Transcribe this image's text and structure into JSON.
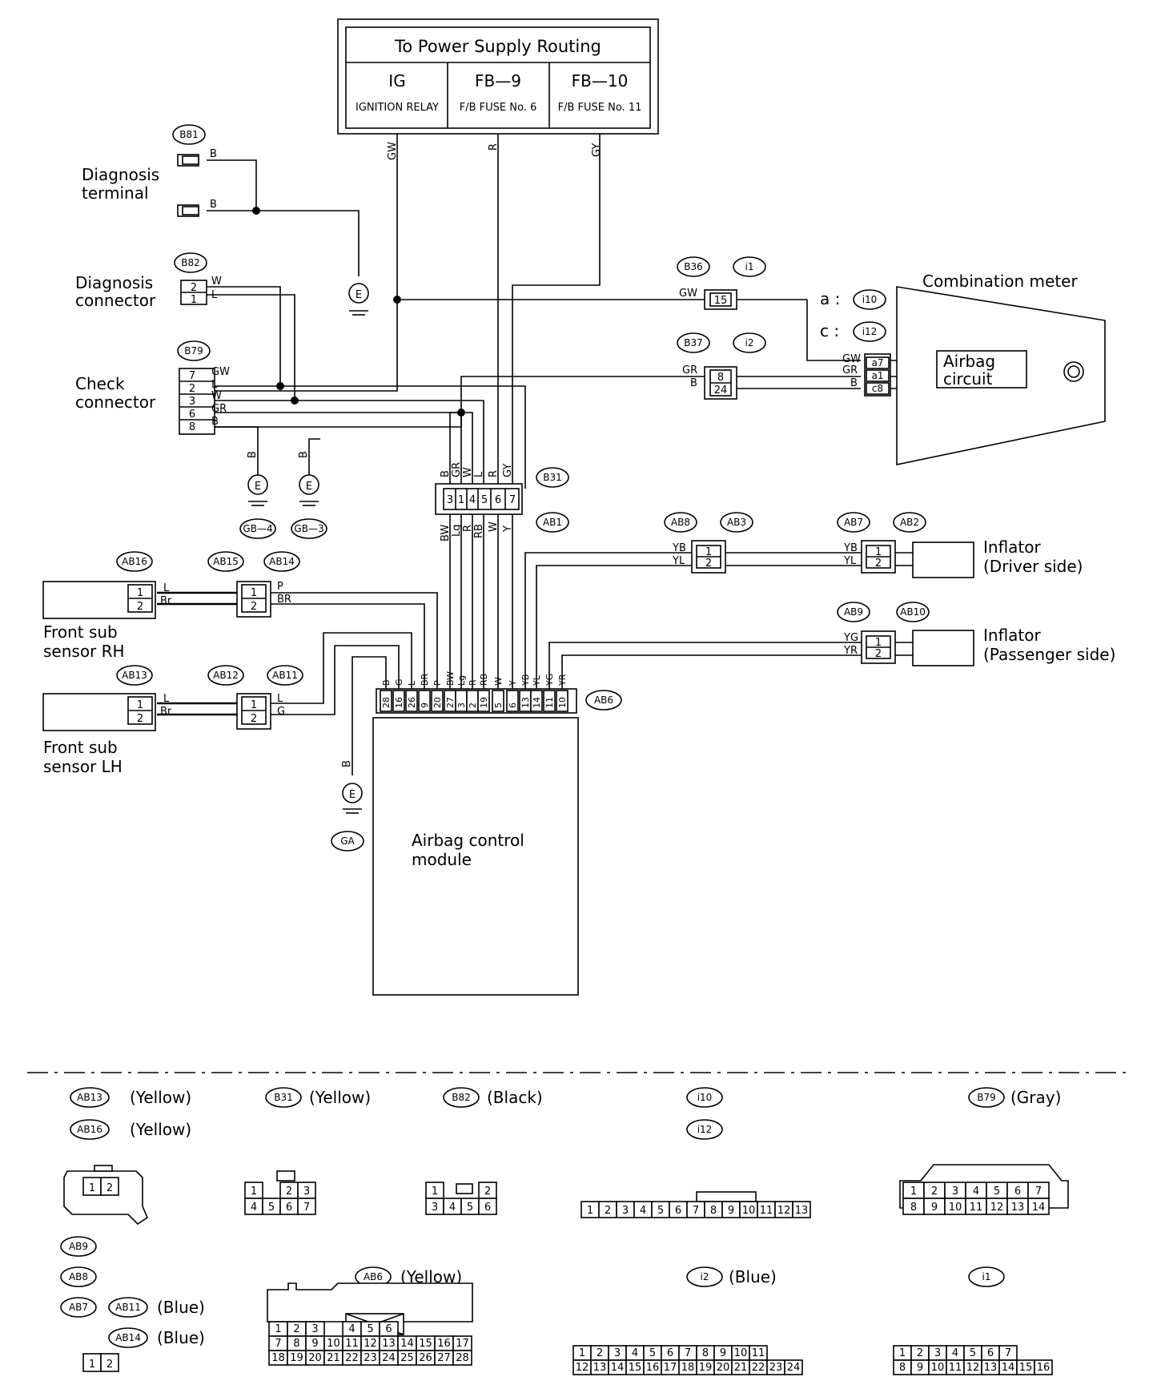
{
  "power": {
    "title": "To Power Supply Routing",
    "cols": [
      {
        "code": "IG",
        "desc": "IGNITION RELAY"
      },
      {
        "code": "FB—9",
        "desc": "F/B FUSE No. 6"
      },
      {
        "code": "FB—10",
        "desc": "F/B FUSE No. 11"
      }
    ],
    "wires": [
      "GW",
      "R",
      "GY"
    ]
  },
  "components": {
    "diag_terminal": [
      "Diagnosis",
      "terminal"
    ],
    "diag_connector": [
      "Diagnosis",
      "connector"
    ],
    "check_connector": [
      "Check",
      "connector"
    ],
    "combination_meter": "Combination meter",
    "airbag_circuit": [
      "Airbag",
      "circuit"
    ],
    "inflator_driver": [
      "Inflator",
      "(Driver side)"
    ],
    "inflator_passenger": [
      "Inflator",
      "(Passenger side)"
    ],
    "front_sub_rh": [
      "Front sub",
      "sensor RH"
    ],
    "front_sub_lh": [
      "Front sub",
      "sensor LH"
    ],
    "acm": [
      "Airbag control",
      "module"
    ],
    "ground": "E"
  },
  "connectors": {
    "B81": "B81",
    "B82": "B82",
    "B79": "B79",
    "B36": "B36",
    "i1": "i1",
    "i10": "i10",
    "i12": "i12",
    "B37": "B37",
    "i2": "i2",
    "B31": "B31",
    "AB1": "AB1",
    "AB8": "AB8",
    "AB3": "AB3",
    "AB7": "AB7",
    "AB2": "AB2",
    "AB9": "AB9",
    "AB10": "AB10",
    "AB16": "AB16",
    "AB15": "AB15",
    "AB14": "AB14",
    "AB13": "AB13",
    "AB12": "AB12",
    "AB11": "AB11",
    "AB6": "AB6",
    "GB4": "GB—4",
    "GB3": "GB—3",
    "GA": "GA"
  },
  "meter_pins": {
    "a": "a :",
    "c": "c :",
    "a7": "a7",
    "a1": "a1",
    "c8": "c8"
  },
  "wires": {
    "B": "B",
    "W": "W",
    "L": "L",
    "GW": "GW",
    "GR": "GR",
    "R": "R",
    "GY": "GY",
    "Y": "Y",
    "YB": "YB",
    "YL": "YL",
    "YG": "YG",
    "YR": "YR",
    "BW": "BW",
    "Lg": "Lg",
    "RB": "RB",
    "P": "P",
    "Br": "Br",
    "BR": "BR",
    "G": "G"
  },
  "pins": {
    "b79": [
      "7",
      "2",
      "3",
      "6",
      "8"
    ],
    "b82": [
      "2",
      "1"
    ],
    "b36": "15",
    "b37": [
      "8",
      "24"
    ],
    "b31": [
      "3",
      "1",
      "4",
      "5",
      "6",
      "7"
    ],
    "b31_top": [
      "B",
      "GR",
      "W",
      "L",
      "R",
      "GY"
    ],
    "ab1": [
      "BW",
      "Lg",
      "R",
      "RB",
      "W",
      "Y"
    ],
    "ab6": [
      "28",
      "16",
      "26",
      "9",
      "20",
      "27",
      "3",
      "2",
      "19",
      "5",
      "6",
      "13",
      "14",
      "11",
      "10"
    ],
    "ab6_wires": [
      "B",
      "G",
      "L",
      "BR",
      "P",
      "BW",
      "Lg",
      "R",
      "RB",
      "W",
      "Y",
      "YB",
      "YL",
      "YG",
      "YR"
    ],
    "two": [
      "1",
      "2"
    ]
  },
  "legend": {
    "ab13": "AB13",
    "ab13_color": "(Yellow)",
    "ab16": "AB16",
    "ab16_color": "(Yellow)",
    "b31": "B31",
    "b31_color": "(Yellow)",
    "b82": "B82",
    "b82_color": "(Black)",
    "i10": "i10",
    "i12": "i12",
    "b79": "B79",
    "b79_color": "(Gray)",
    "ab9": "AB9",
    "ab8": "AB8",
    "ab7": "AB7",
    "ab11": "AB11",
    "ab11_color": "(Blue)",
    "ab14": "AB14",
    "ab14_color": "(Blue)",
    "ab6": "AB6",
    "ab6_color": "(Yellow)",
    "i2": "i2",
    "i2_color": "(Blue)",
    "i1": "i1",
    "ab13_pins": [
      "1",
      "2"
    ],
    "b31_pins": [
      [
        "1",
        "",
        "2",
        "3"
      ],
      [
        "4",
        "5",
        "6",
        "7"
      ]
    ],
    "b82_pins": [
      [
        "1",
        "2"
      ],
      [
        "3",
        "4",
        "5",
        "6"
      ]
    ],
    "i10_pins": [
      "1",
      "2",
      "3",
      "4",
      "5",
      "6",
      "7",
      "8",
      "9",
      "10",
      "11",
      "12",
      "13"
    ],
    "b79_pins": [
      [
        "1",
        "2",
        "3",
        "4",
        "5",
        "6",
        "7"
      ],
      [
        "8",
        "9",
        "10",
        "11",
        "12",
        "13",
        "14"
      ]
    ],
    "ab7_pins": [
      "1",
      "2"
    ],
    "ab6_pins": [
      [
        "1",
        "2",
        "3",
        "",
        "4",
        "5",
        "6"
      ],
      [
        "7",
        "8",
        "9",
        "10",
        "11",
        "12",
        "13",
        "14",
        "15",
        "16",
        "17"
      ],
      [
        "18",
        "19",
        "20",
        "21",
        "22",
        "23",
        "24",
        "25",
        "26",
        "27",
        "28"
      ]
    ],
    "i2_pins": [
      [
        "1",
        "2",
        "3",
        "4",
        "5",
        "6",
        "7",
        "8",
        "9",
        "10",
        "11"
      ],
      [
        "12",
        "13",
        "14",
        "15",
        "16",
        "17",
        "18",
        "19",
        "20",
        "21",
        "22",
        "23",
        "24"
      ]
    ],
    "i1_pins": [
      [
        "1",
        "2",
        "3",
        "4",
        "5",
        "6",
        "7"
      ],
      [
        "8",
        "9",
        "10",
        "11",
        "12",
        "13",
        "14",
        "15",
        "16"
      ]
    ]
  }
}
